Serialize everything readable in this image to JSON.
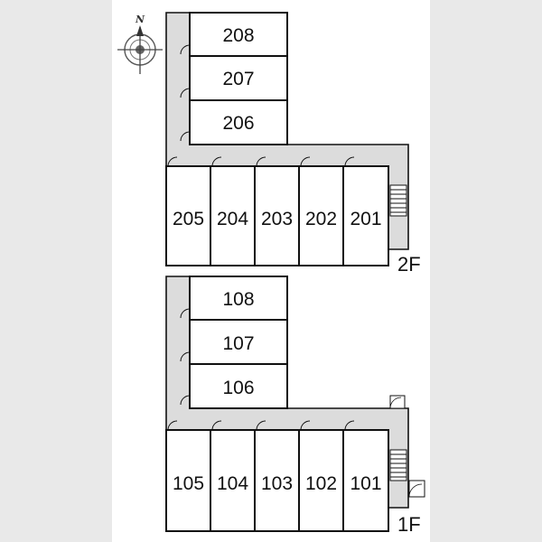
{
  "compass": {
    "north_label": "N",
    "icon": "compass-icon"
  },
  "colors": {
    "corridor": "#dcdcdc",
    "wall": "#111111",
    "room": "#ffffff"
  },
  "floors": [
    {
      "label": "2F",
      "upper_rooms": [
        "208",
        "207",
        "206"
      ],
      "lower_rooms": [
        "205",
        "204",
        "203",
        "202",
        "201"
      ]
    },
    {
      "label": "1F",
      "upper_rooms": [
        "108",
        "107",
        "106"
      ],
      "lower_rooms": [
        "105",
        "104",
        "103",
        "102",
        "101"
      ]
    }
  ]
}
